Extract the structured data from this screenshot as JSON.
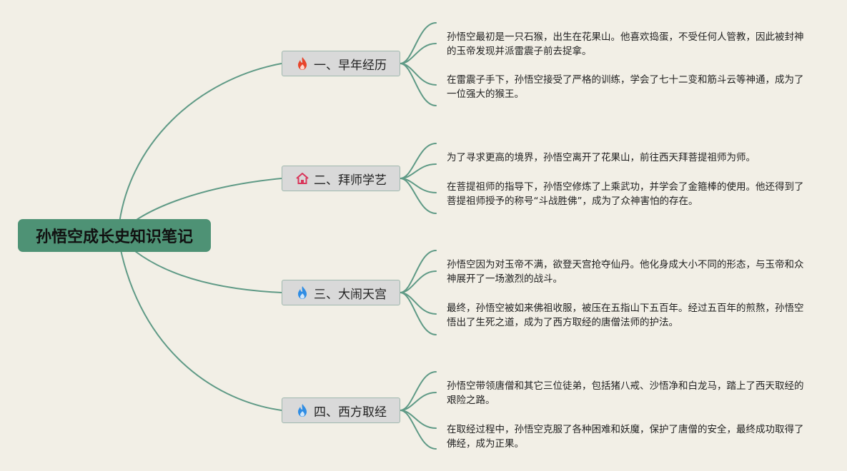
{
  "root": {
    "title": "孙悟空成长史知识笔记"
  },
  "colors": {
    "root_bg": "#4e9275",
    "edge": "#5f9a86",
    "branch_bg": "#d9d9d9",
    "background": "#f2efe6"
  },
  "branches": [
    {
      "label": "一、早年经历",
      "icon": "fire-red-icon",
      "notes": [
        "孙悟空最初是一只石猴，出生在花果山。他喜欢捣蛋，不受任何人管教，因此被封神的玉帝发现并派雷震子前去捉拿。",
        "在雷震子手下，孙悟空接受了严格的训练，学会了七十二变和筋斗云等神通，成为了一位强大的猴王。"
      ]
    },
    {
      "label": "二、拜师学艺",
      "icon": "house-icon",
      "notes": [
        "为了寻求更高的境界，孙悟空离开了花果山，前往西天拜菩提祖师为师。",
        "在菩提祖师的指导下，孙悟空修炼了上乘武功，并学会了金箍棒的使用。他还得到了菩提祖师授予的称号“斗战胜佛”，成为了众神害怕的存在。"
      ]
    },
    {
      "label": "三、大闹天宫",
      "icon": "fire-blue-icon",
      "notes": [
        "孙悟空因为对玉帝不满，欲登天宫抢夺仙丹。他化身成大小不同的形态，与玉帝和众神展开了一场激烈的战斗。",
        "最终，孙悟空被如来佛祖收服，被压在五指山下五百年。经过五百年的煎熬，孙悟空悟出了生死之道，成为了西方取经的唐僧法师的护法。"
      ]
    },
    {
      "label": "四、西方取经",
      "icon": "fire-blue-icon",
      "notes": [
        "孙悟空带领唐僧和其它三位徒弟，包括猪八戒、沙悟净和白龙马，踏上了西天取经的艰险之路。",
        "在取经过程中，孙悟空克服了各种困难和妖魔，保护了唐僧的安全，最终成功取得了佛经，成为正果。"
      ]
    }
  ]
}
